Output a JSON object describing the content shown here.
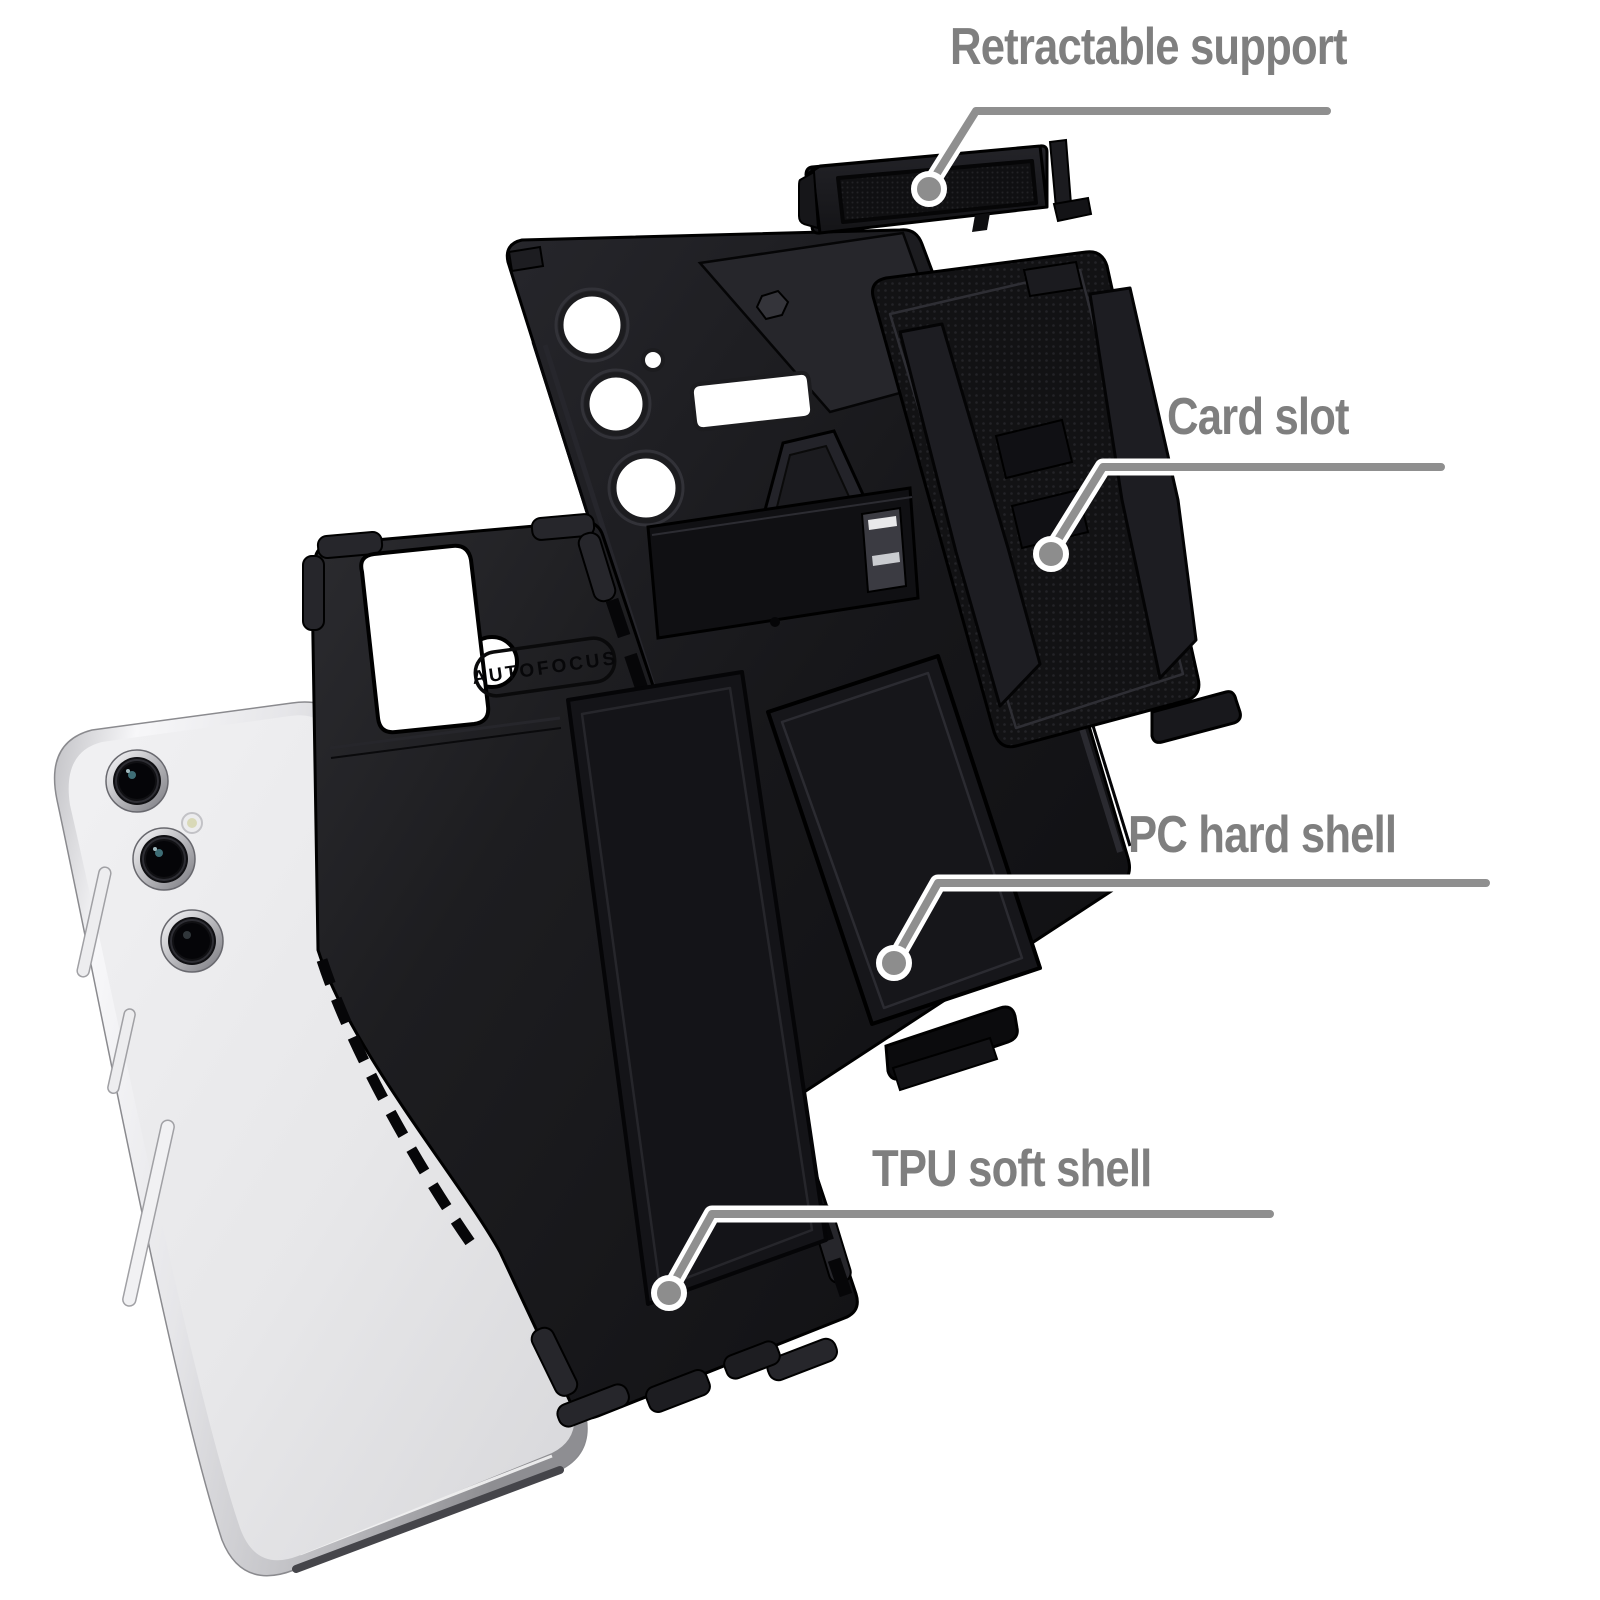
{
  "annotations": {
    "retractable_support": {
      "label": "Retractable support"
    },
    "card_slot": {
      "label": "Card slot"
    },
    "pc_hard_shell": {
      "label": "PC hard shell"
    },
    "tpu_soft_shell": {
      "label": "TPU soft shell"
    }
  },
  "case_markings": {
    "autofocus": "AUTOFOCUS"
  },
  "style": {
    "background": "#ffffff",
    "label_color": "#7f7f7f",
    "leader_line_color": "#8f8f8f",
    "marker_fill": "#8d8d8d",
    "marker_ring": "#ffffff",
    "case_black": "#18181b",
    "phone_silver": "#e9e9eb"
  }
}
